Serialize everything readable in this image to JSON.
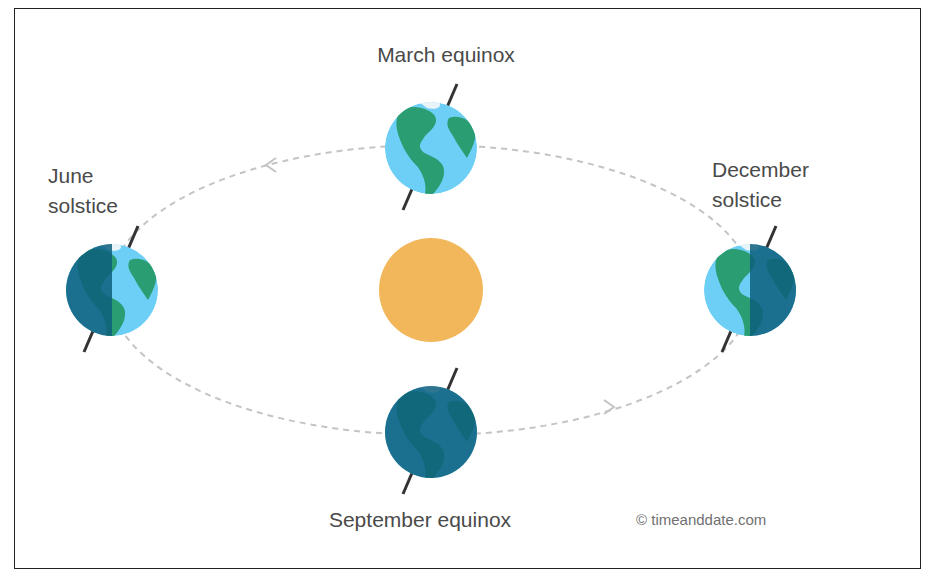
{
  "diagram": {
    "labels": [
      "March equinox",
      "June solstice",
      "December solstice",
      "September equinox",
      "© timeanddate.com"
    ]
  }
}
